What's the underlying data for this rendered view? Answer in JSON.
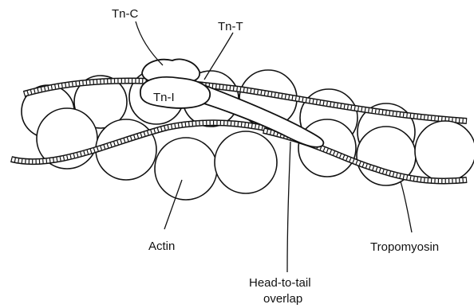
{
  "labels": {
    "tnc": "Tn-C",
    "tnt": "Tn-T",
    "tni": "Tn-I",
    "actin": "Actin",
    "tropomyosin": "Tropomyosin",
    "overlap_line1": "Head-to-tail",
    "overlap_line2": "overlap"
  }
}
